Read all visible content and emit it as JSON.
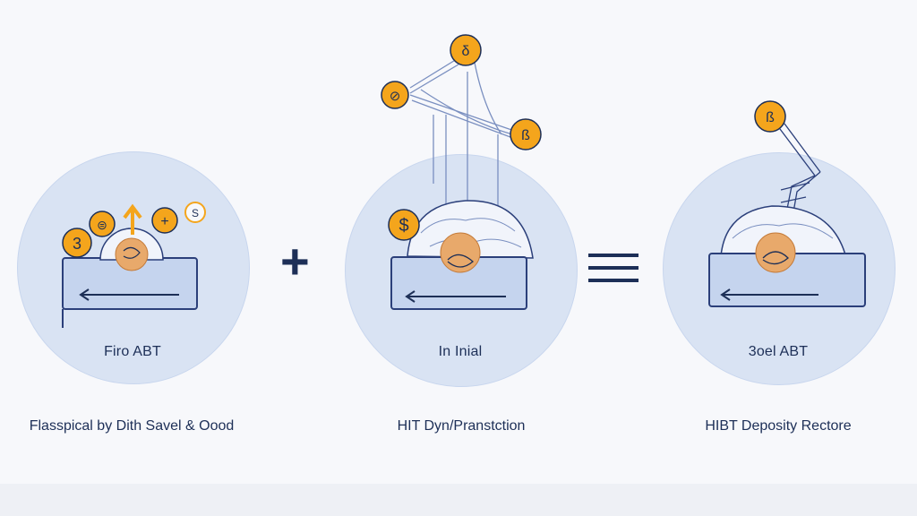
{
  "panels": [
    {
      "circle_label": "Firo ABT",
      "caption": "Flasspical by Dith Savel & Oood",
      "coins": [
        {
          "glyph": "3"
        },
        {
          "glyph": "⊜"
        },
        {
          "glyph": "+"
        },
        {
          "glyph": "S"
        }
      ]
    },
    {
      "circle_label": "In Inial",
      "caption": "HIT Dyn/Pranstction",
      "coins": [
        {
          "glyph": "$"
        },
        {
          "glyph": "δ"
        },
        {
          "glyph": "ß"
        },
        {
          "glyph": "⊘"
        }
      ]
    },
    {
      "circle_label": "3oel ABT",
      "caption": "HIBT Deposity Rectore",
      "coins": [
        {
          "glyph": "ß"
        }
      ]
    }
  ],
  "operators": {
    "plus": "+",
    "equals": "≡"
  },
  "colors": {
    "circle_fill": "#d9e3f3",
    "card_fill": "#c5d4ee",
    "card_stroke": "#2b3f7a",
    "coin_fill": "#f4a51c",
    "coin_stroke": "#1d2f57",
    "text": "#1d2f57"
  }
}
